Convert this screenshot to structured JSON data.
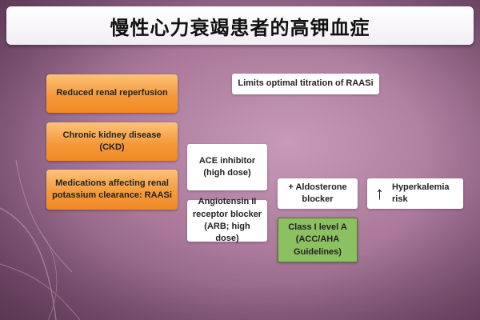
{
  "slide": {
    "title": "慢性心力衰竭患者的高钾血症"
  },
  "causes": [
    {
      "label": "Reduced renal reperfusion"
    },
    {
      "label": "Chronic kidney disease (CKD)"
    },
    {
      "label": "Medications affecting renal potassium clearance: RAASi"
    }
  ],
  "note": {
    "label": "Limits optimal titration of RAASi"
  },
  "drugs": [
    {
      "label": "ACE inhibitor (high dose)"
    },
    {
      "label": "Angiotensin II receptor blocker (ARB; high dose)"
    }
  ],
  "aldosterone": {
    "label": "+ Aldosterone blocker"
  },
  "guideline": {
    "label": "Class I level A (ACC/AHA Guidelines)"
  },
  "risk": {
    "arrow": "↑",
    "label": "Hyperkalemia risk"
  },
  "colors": {
    "orange": "#f59a3a",
    "green": "#8cc161",
    "background": "#a9789a"
  }
}
